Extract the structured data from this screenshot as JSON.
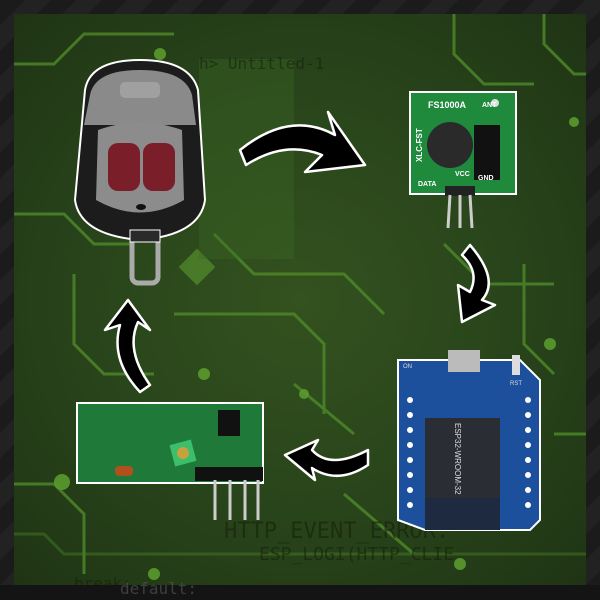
{
  "background_code": {
    "line1": "h> Untitled-1",
    "line2": "HTTP_EVENT_ERROR:",
    "line3": "ESP_LOGI(HTTP_CLIE",
    "line4": "break;",
    "line5": "default:"
  },
  "transmitter": {
    "model": "FS1000A",
    "side_label": "XLC-FST",
    "pin_ant": "ANT",
    "pin_data": "DATA",
    "pin_vcc": "VCC",
    "pin_gnd": "GND"
  },
  "esp32_board": {
    "module": "ESP32-WROOM-32",
    "led_label": "ON",
    "reset_label": "RST"
  },
  "colors": {
    "background_green": "#2b4a1c",
    "trace_green": "#5a9a2e",
    "transmitter_pcb": "#1f8a3c",
    "esp32_pcb": "#1c4f9c",
    "receiver_pcb": "#1f7a3a",
    "remote_button": "#7a1e2a",
    "arrow": "#000000"
  },
  "flow": [
    "remote",
    "transmitter",
    "esp32_board",
    "receiver",
    "remote"
  ]
}
